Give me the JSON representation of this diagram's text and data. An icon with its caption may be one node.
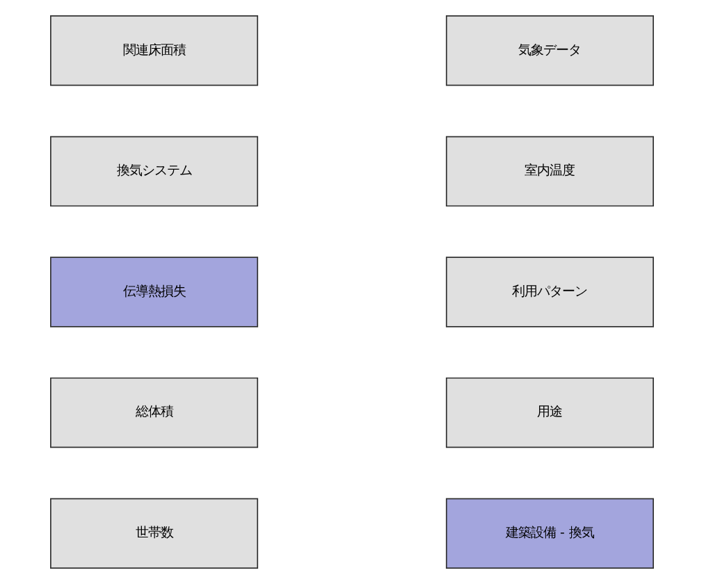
{
  "diagram": {
    "nodes": [
      {
        "text": [
          "関連床面積"
        ]
      },
      {
        "text": [
          "気象データ"
        ]
      },
      {
        "text": [
          "換気システム"
        ]
      },
      {
        "text": [
          "室内温度"
        ]
      },
      {
        "text": [
          "伝導熱損失"
        ]
      },
      {
        "text": [
          "利用パターン"
        ]
      },
      {
        "text": [
          "総体積"
        ]
      },
      {
        "text": [
          "用途"
        ]
      },
      {
        "text": [
          "世帯数"
        ]
      },
      {
        "text": [
          "建築設備 - 換気"
        ]
      }
    ]
  }
}
